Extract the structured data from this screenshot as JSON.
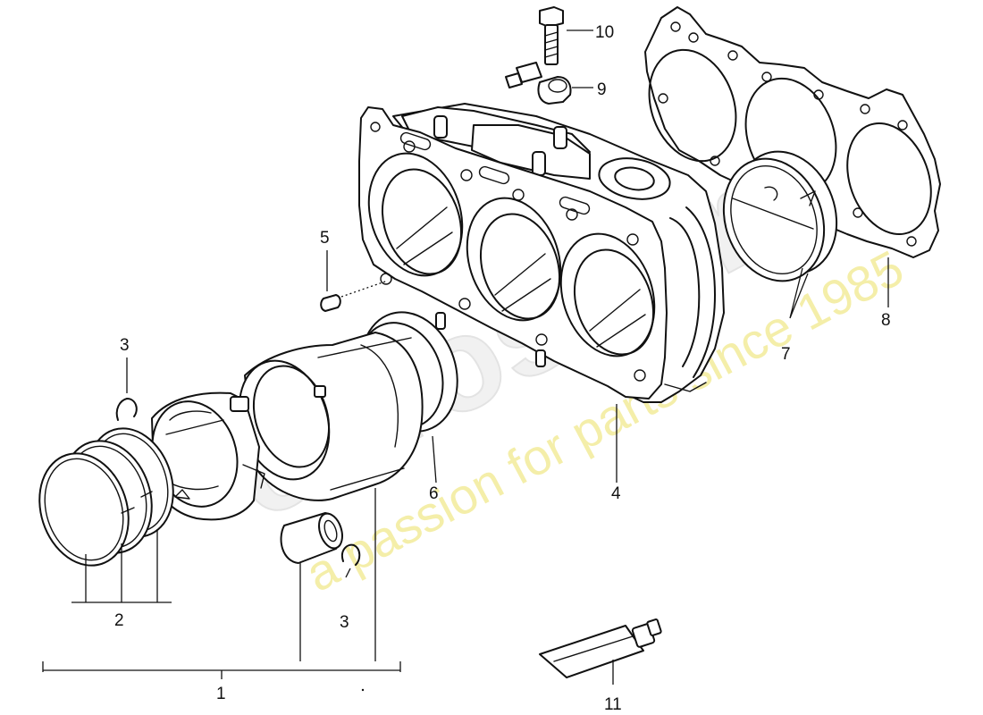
{
  "callouts": {
    "c1": "1",
    "c2": "2",
    "c3a": "3",
    "c3b": "3",
    "c4": "4",
    "c5": "5",
    "c6": "6",
    "c7": "7",
    "c8": "8",
    "c9": "9",
    "c10": "10",
    "c11": "11"
  },
  "watermark": {
    "logo": "eurospares",
    "tagline": "a passion for parts since 1985",
    "logo_color": "#e9e9e9",
    "tagline_color": "#f4f0a8"
  },
  "colors": {
    "line": "#111111",
    "background": "#ffffff"
  }
}
